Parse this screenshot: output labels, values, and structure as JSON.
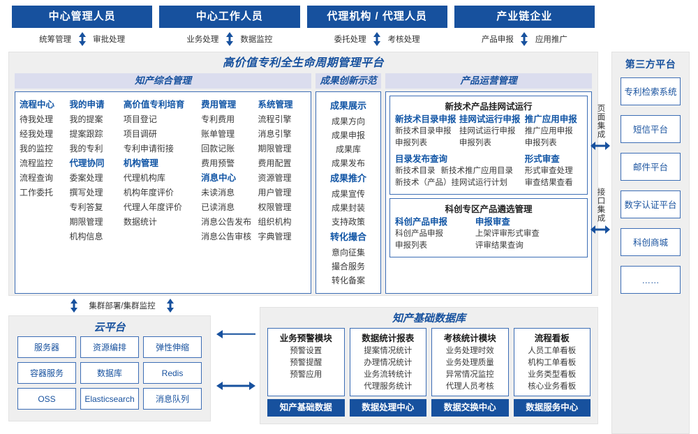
{
  "colors": {
    "brand_blue": "#17519E",
    "heading_blue": "#1155A5",
    "band_lavender": "#DBDDEE",
    "panel_border": "#3C6DB5",
    "surface_gray": "#EFEFEF"
  },
  "roles": [
    {
      "title": "中心管理人员",
      "actions": [
        "统筹管理",
        "审批处理"
      ]
    },
    {
      "title": "中心工作人员",
      "actions": [
        "业务处理",
        "数据监控"
      ]
    },
    {
      "title": "代理机构 / 代理人员",
      "actions": [
        "委托处理",
        "考核处理"
      ]
    },
    {
      "title": "产业链企业",
      "actions": [
        "产品申报",
        "应用推广"
      ]
    }
  ],
  "platform": {
    "title": "高价值专利全生命周期管理平台",
    "sections": {
      "zhichan": {
        "head": "知产综合管理",
        "columns": [
          {
            "groups": [
              {
                "title": "流程中心",
                "items": [
                  "待我处理",
                  "经我处理",
                  "我的监控",
                  "流程监控",
                  "流程查询",
                  "工作委托"
                ]
              }
            ]
          },
          {
            "groups": [
              {
                "title": "我的申请",
                "items": [
                  "我的提案",
                  "提案跟踪",
                  "我的专利"
                ]
              },
              {
                "title": "代理协同",
                "items": [
                  "委案处理",
                  "撰写处理",
                  "专利答复",
                  "期限管理",
                  "机构信息"
                ]
              }
            ]
          },
          {
            "groups": [
              {
                "title": "高价值专利培育",
                "items": [
                  "项目登记",
                  "项目调研",
                  "专利申请衔接"
                ]
              },
              {
                "title": "机构管理",
                "items": [
                  "代理机构库",
                  "机构年度评价",
                  "代理人年度评价",
                  "数据统计"
                ]
              }
            ]
          },
          {
            "groups": [
              {
                "title": "费用管理",
                "items": [
                  "专利费用",
                  "账单管理",
                  "回款记账",
                  "费用预警"
                ]
              },
              {
                "title": "消息中心",
                "items": [
                  "未读消息",
                  "已读消息",
                  "消息公告发布",
                  "消息公告审核"
                ]
              }
            ]
          },
          {
            "groups": [
              {
                "title": "系统管理",
                "items": [
                  "流程引擎",
                  "消息引擎",
                  "期限管理",
                  "费用配置",
                  "资源管理",
                  "用户管理",
                  "权限管理",
                  "组织机构",
                  "字典管理"
                ]
              }
            ]
          }
        ]
      },
      "chengguo": {
        "head": "成果创新示范",
        "groups": [
          {
            "title": "成果展示",
            "items": [
              "成果方向",
              "成果申报",
              "成果库",
              "成果发布"
            ]
          },
          {
            "title": "成果推介",
            "items": [
              "成果宣传",
              "成果封装",
              "支持政策"
            ]
          },
          {
            "title": "转化撮合",
            "items": [
              "意向征集",
              "撮合服务",
              "转化备案"
            ]
          }
        ]
      },
      "chanpin": {
        "head": "产品运营管理",
        "panels": [
          {
            "title": "新技术产品挂网试运行",
            "row1": [
              {
                "title": "新技术目录申报",
                "items": [
                  "新技术目录申报",
                  "申报列表"
                ]
              },
              {
                "title": "挂网试运行申报",
                "items": [
                  "挂网试运行申报",
                  "申报列表"
                ]
              },
              {
                "title": "推广应用申报",
                "items": [
                  "推广应用申报",
                  "申报列表"
                ]
              }
            ],
            "row2": [
              {
                "title": "目录发布查询",
                "items": [
                  "新技术目录",
                  "新技术推广应用目录",
                  "新技术（产品）挂网试运行计划"
                ]
              },
              {
                "title": "形式审查",
                "items": [
                  "形式审查处理",
                  "审查结果查看"
                ]
              }
            ]
          },
          {
            "title": "科创专区产品遴选管理",
            "row1": [
              {
                "title": "科创产品申报",
                "items": [
                  "科创产品申报",
                  "申报列表"
                ]
              },
              {
                "title": "申报审查",
                "items": [
                  "上架评审形式审查",
                  "评审结果查询"
                ]
              }
            ]
          }
        ]
      }
    }
  },
  "integration": [
    {
      "label": "页面集成"
    },
    {
      "label": "接口集成"
    }
  ],
  "third_party": {
    "title": "第三方平台",
    "items": [
      "专利检索系统",
      "短信平台",
      "邮件平台",
      "数字认证平台",
      "科创商城",
      "……"
    ]
  },
  "cluster_link": {
    "label": "集群部署/集群监控"
  },
  "cloud": {
    "title": "云平台",
    "cells": [
      "服务器",
      "资源编排",
      "弹性伸缩",
      "容器服务",
      "数据库",
      "Redis",
      "OSS",
      "Elasticsearch",
      "消息队列"
    ]
  },
  "database": {
    "title": "知产基础数据库",
    "columns": [
      {
        "title": "业务预警模块",
        "items": [
          "预警设置",
          "预警提醒",
          "预警应用"
        ],
        "footer": "知产基础数据"
      },
      {
        "title": "数据统计报表",
        "items": [
          "提案情况统计",
          "办理情况统计",
          "业务流转统计",
          "代理服务统计"
        ],
        "footer": "数据处理中心"
      },
      {
        "title": "考核统计模块",
        "items": [
          "业务处理时效",
          "业务处理质量",
          "异常情况监控",
          "代理人员考核"
        ],
        "footer": "数据交换中心"
      },
      {
        "title": "流程看板",
        "items": [
          "人员工单看板",
          "机构工单看板",
          "业务类型看板",
          "核心业务看板"
        ],
        "footer": "数据服务中心"
      }
    ]
  }
}
